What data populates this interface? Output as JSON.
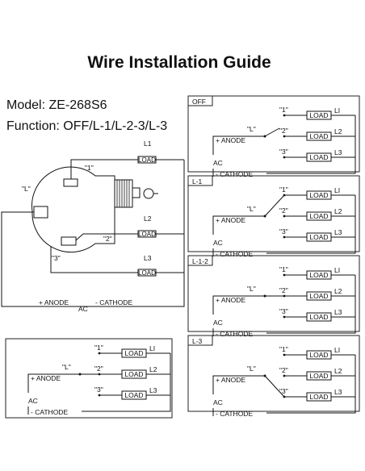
{
  "title": "Wire Installation Guide",
  "model": "Model: ZE-268S6",
  "function": "Function: OFF/L-1/L-2-3/L-3",
  "labels": {
    "load": "LOAD",
    "anode": "+ ANODE",
    "cathode": "- CATHODE",
    "ac": "AC",
    "common": "\"L\"",
    "t1": "\"1\"",
    "t2": "\"2\"",
    "t3": "\"3\"",
    "l1": "L1",
    "l2": "L2",
    "l3": "L3",
    "li": "LI"
  },
  "panels": [
    {
      "name": "OFF",
      "switch_to": "none"
    },
    {
      "name": "L-1",
      "switch_to": "1"
    },
    {
      "name": "L-1-2",
      "switch_to": "2"
    },
    {
      "name": "L-3",
      "switch_to": "3"
    }
  ]
}
